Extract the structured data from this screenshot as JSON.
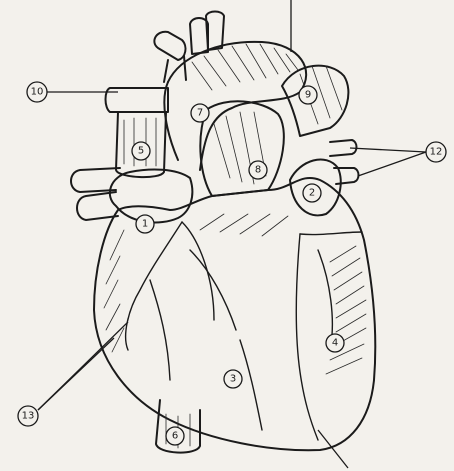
{
  "diagram": {
    "labels": [
      {
        "id": "1",
        "text": "1"
      },
      {
        "id": "2",
        "text": "2"
      },
      {
        "id": "3",
        "text": "3"
      },
      {
        "id": "4",
        "text": "4"
      },
      {
        "id": "5",
        "text": "5"
      },
      {
        "id": "6",
        "text": "6"
      },
      {
        "id": "7",
        "text": "7"
      },
      {
        "id": "8",
        "text": "8"
      },
      {
        "id": "9",
        "text": "9"
      },
      {
        "id": "10",
        "text": "10"
      },
      {
        "id": "12",
        "text": "12"
      },
      {
        "id": "13",
        "text": "13"
      }
    ],
    "colors": {
      "ink": "#1b1b1b",
      "paper": "#f3f1ec"
    }
  }
}
